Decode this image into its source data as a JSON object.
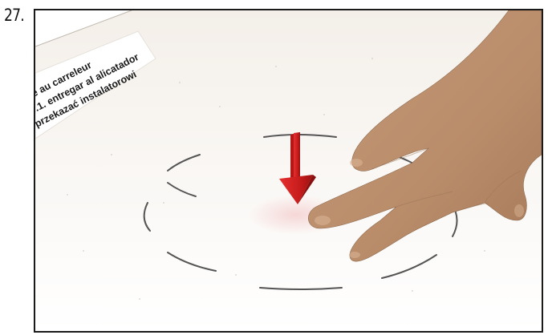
{
  "step": {
    "number": "27."
  },
  "label_sheet": {
    "lines": [
      "e au carreleur",
      "r.1. entregar al alicatador",
      "przekazać instalatorowi"
    ]
  },
  "illustration": {
    "arrow_color": "#d42020",
    "board_color": "#f5f0ea",
    "hand_color": "#c9a07e",
    "icons": [
      "down-arrow-icon",
      "press-circle-icon",
      "hand-icon"
    ]
  }
}
